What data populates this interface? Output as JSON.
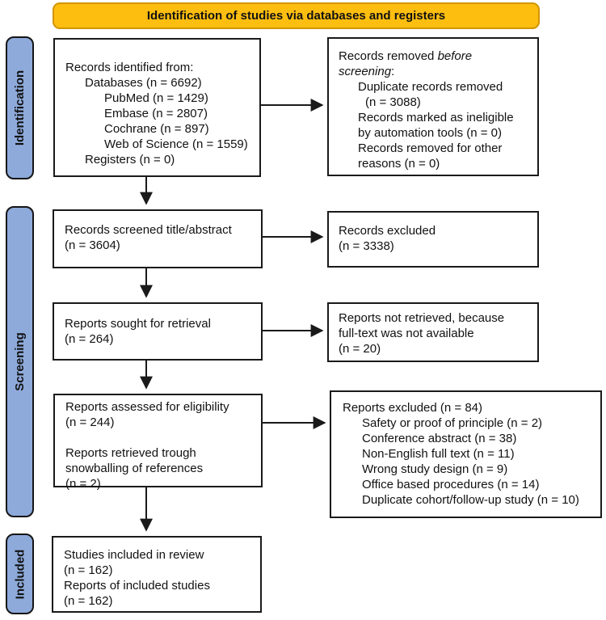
{
  "banner": {
    "label": "Identification of studies via databases and registers"
  },
  "colors": {
    "banner_bg": "#FEBE10",
    "banner_border": "#D29500",
    "stage_bg": "#8EAADB",
    "line_color": "#1a1a1a"
  },
  "stages": {
    "identification": "Identification",
    "screening": "Screening",
    "included": "Included"
  },
  "boxes": {
    "records_identified": {
      "lines": [
        "Records identified from:",
        "Databases (n = 6692)",
        "PubMed (n = 1429)",
        "Embase (n = 2807)",
        "Cochrane (n = 897)",
        "Web of Science (n = 1559)",
        "Registers (n = 0)"
      ]
    },
    "records_removed": {
      "title": {
        "pre": "Records removed ",
        "italic1": "before",
        "italic2": "screening",
        "post": ":"
      },
      "items": [
        "Duplicate records removed",
        "(n = 3088)",
        "Records marked as ineligible",
        "by automation tools (n = 0)",
        "Records removed for other",
        "reasons (n = 0)"
      ]
    },
    "records_screened": {
      "lines": [
        "Records screened title/abstract",
        "(n = 3604)"
      ]
    },
    "records_excluded": {
      "lines": [
        "Records excluded",
        "(n = 3338)"
      ]
    },
    "reports_sought": {
      "lines": [
        "Reports sought for retrieval",
        "(n = 264)"
      ]
    },
    "reports_not_retrieved": {
      "lines": [
        "Reports not retrieved, because",
        "full-text was not available",
        "(n = 20)"
      ]
    },
    "reports_assessed": {
      "para1": [
        "Reports assessed for eligibility",
        "(n = 244)"
      ],
      "para2": [
        "Reports retrieved trough",
        "snowballing of references",
        "(n = 2)"
      ]
    },
    "reports_excluded": {
      "title": "Reports excluded (n = 84)",
      "items": [
        "Safety or proof of principle (n = 2)",
        "Conference abstract (n = 38)",
        "Non-English full text (n = 11)",
        "Wrong study design (n = 9)",
        "Office based procedures (n = 14)",
        "Duplicate cohort/follow-up study (n = 10)"
      ]
    },
    "studies_included": {
      "lines": [
        "Studies included in review",
        "(n = 162)",
        "Reports of included studies",
        "(n = 162)"
      ]
    }
  }
}
